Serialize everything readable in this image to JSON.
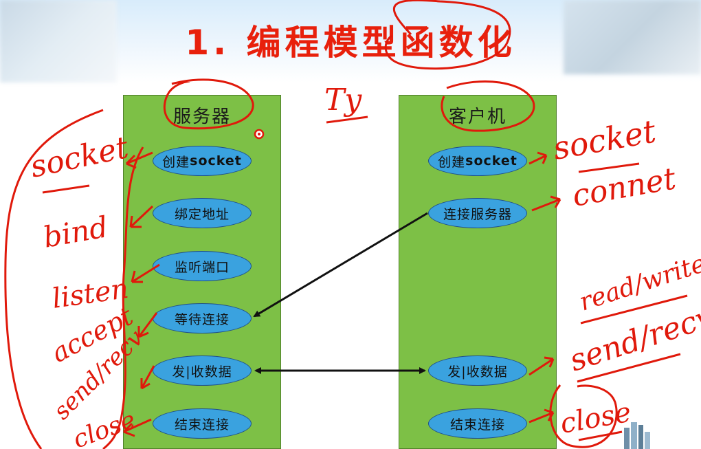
{
  "title": "1. 编程模型函数化",
  "server": {
    "title": "服务器",
    "nodes": [
      {
        "label": "创建socket",
        "zh": "创建",
        "en": "socket"
      },
      {
        "label": "绑定地址"
      },
      {
        "label": "监听端口"
      },
      {
        "label": "等待连接"
      },
      {
        "label": "发|收数据"
      },
      {
        "label": "结束连接"
      }
    ]
  },
  "client": {
    "title": "客户机",
    "nodes": [
      {
        "label": "创建socket",
        "zh": "创建",
        "en": "socket"
      },
      {
        "label": "连接服务器"
      },
      {
        "label": "发|收数据"
      },
      {
        "label": "结束连接"
      }
    ]
  },
  "annotations": {
    "top_note": "Ty",
    "left_socket": "socket",
    "left_bind": "bind",
    "left_listen": "listen",
    "left_accept": "accept",
    "left_sendrecv": "send/recv",
    "left_close": "close",
    "right_socket": "socket",
    "right_connect": "connet",
    "right_readwrite": "read/write",
    "right_sendrecv": "send/recv",
    "right_close": "close"
  },
  "colors": {
    "title_red": "#e8200c",
    "panel_green": "#7dc046",
    "node_blue": "#3aa2df",
    "ink_red": "#e0190b",
    "arrow_black": "#111111"
  }
}
